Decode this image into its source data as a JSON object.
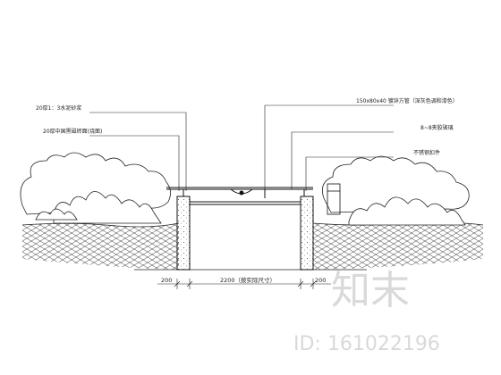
{
  "callouts": {
    "left_top": "20厚1：3水泥砂浆",
    "left_bottom": "20厚中国黑磁砖面(烧面)",
    "right_top": "150x80x40 镀锌方管（深灰色调和漆色）",
    "right_mid": "8~8夹胶玻璃",
    "right_low": "不锈钢扣件"
  },
  "dimensions": {
    "left_offset": "200",
    "span": "2200（按实际尺寸）",
    "right_offset": "200"
  },
  "watermark": {
    "brand": "知末",
    "id": "ID: 161022196"
  },
  "colors": {
    "line": "#1a1a1a",
    "watermark": "#d9d9d9"
  }
}
